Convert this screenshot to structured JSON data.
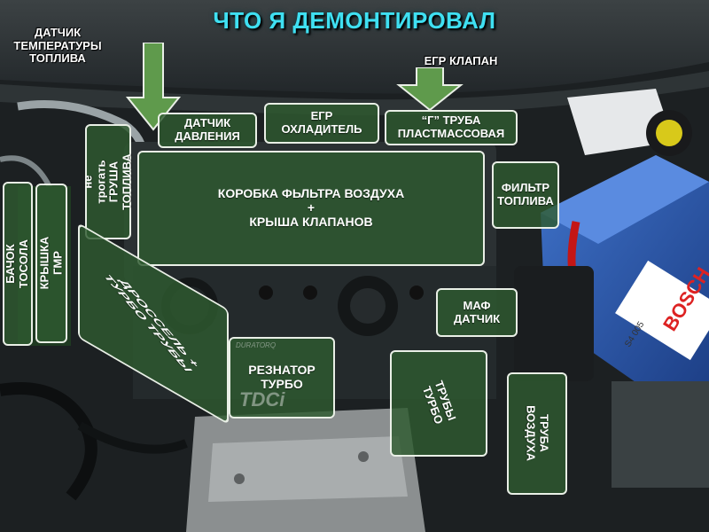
{
  "title": "ЧТО Я ДЕМОНТИРОВАЛ",
  "labels": {
    "fuel_temp_sensor": "ДАТЧИК\nТЕМПЕРАТУРЫ\nТОПЛИВА",
    "egr_valve": "ЕГР КЛАПАН",
    "pressure_sensor": "ДАТЧИК\nДАВЛЕНИЯ",
    "egr_cooler": "ЕГР\nОХЛАДИТЕЛЬ",
    "plastic_pipe": "“Г”      ТРУБА\nПЛАСТМАССОВАЯ",
    "fuel_bulb": "не трогать\nГРУША\nТОПЛИВА",
    "air_filter_box": "КОРОБКА ФЬЛЬТРА ВОЗДУХА\n+\nКРЫША КЛАПАНОВ",
    "fuel_filter": "ФИЛЬТР\nТОПЛИВА",
    "coolant_tank": "БАЧОК ТОСОЛА",
    "ps_cap": "КРЫШКА\nГМР",
    "throttle": "ДРОССЕЛЬ +\nТУРБО    ТРУБЫ",
    "maf_sensor": "МАФ\nДАТЧИК",
    "turbo_resonator": "РЕЗНАТОР\nТУРБО",
    "turbo_pipes": "ТРУБЫ\nТУРБО",
    "air_pipe": "ТРУБА\nВОЗДУХА"
  },
  "scene": {
    "engine_badge": "TDCi",
    "engine_badge_small": "DURATORQ",
    "battery_brand": "BOSCH",
    "battery_model": "S4 005"
  },
  "colors": {
    "title": "#3fe0f2",
    "label_fill": "#2e5a30",
    "label_border": "#e9efe6",
    "arrow_fill": "#5f9a4c"
  },
  "icons": [
    "down-arrow-icon",
    "down-arrow-icon"
  ]
}
